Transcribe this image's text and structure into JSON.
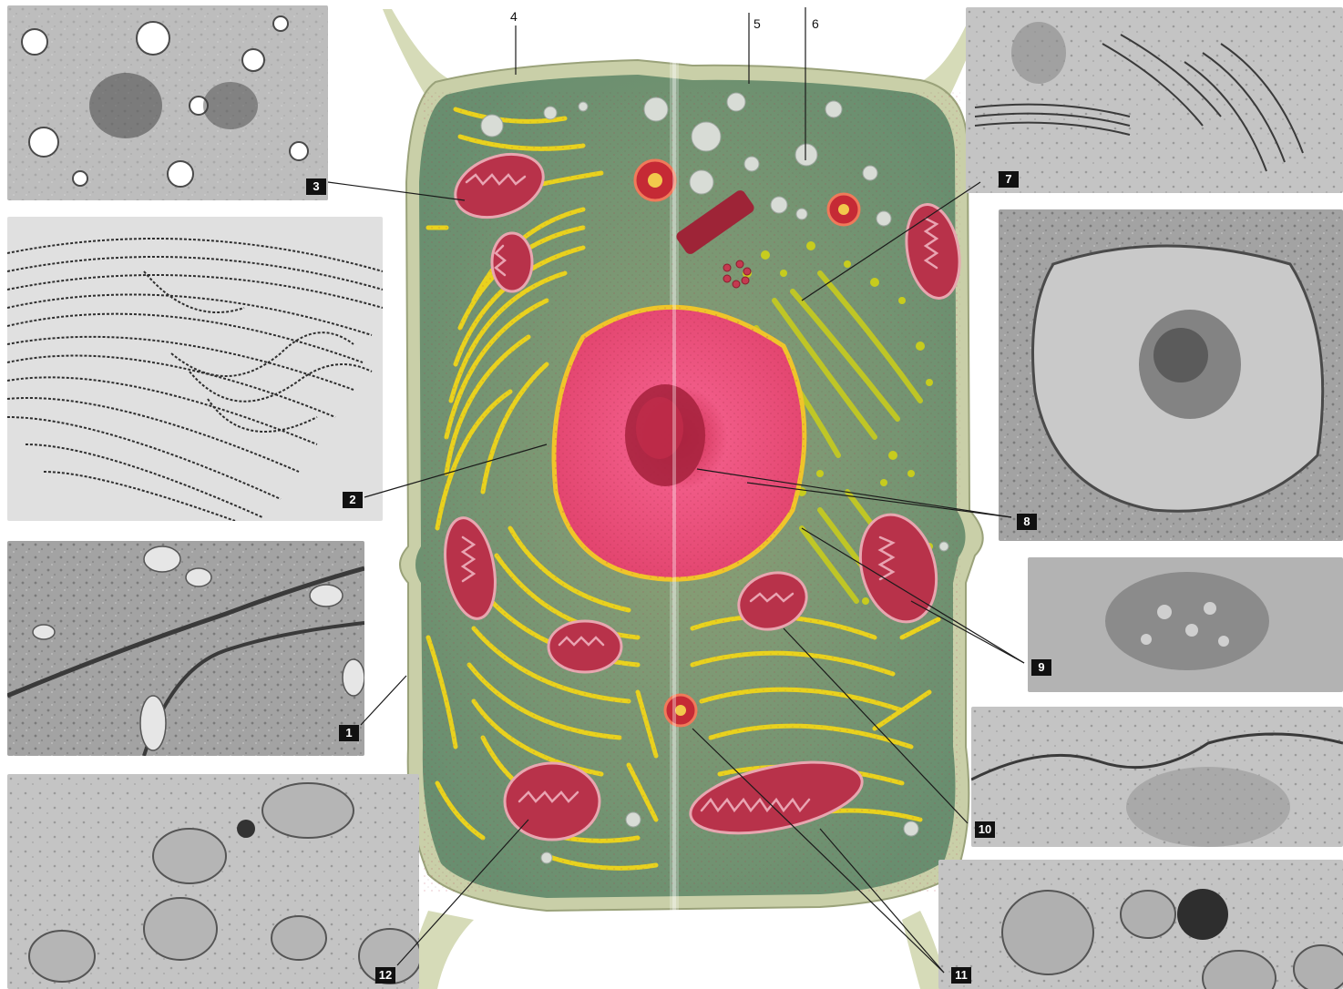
{
  "labels": {
    "l1": "1",
    "l2": "2",
    "l3": "3",
    "l4": "4",
    "l5": "5",
    "l6": "6",
    "l7": "7",
    "l8": "8",
    "l9": "9",
    "l10": "10",
    "l11": "11",
    "l12": "12"
  },
  "colors": {
    "cytoplasm": "#7f9a66",
    "membrane": "#c9cfa8",
    "nucleus": "#e23d6a",
    "nucleolus": "#a8233f",
    "er": "#e9d21e",
    "mitochondria": "#b8324a",
    "micrograph": "#9a9a9a"
  },
  "icons": {
    "cell": "cell-diagram-icon",
    "micrograph": "electron-micrograph-icon"
  }
}
